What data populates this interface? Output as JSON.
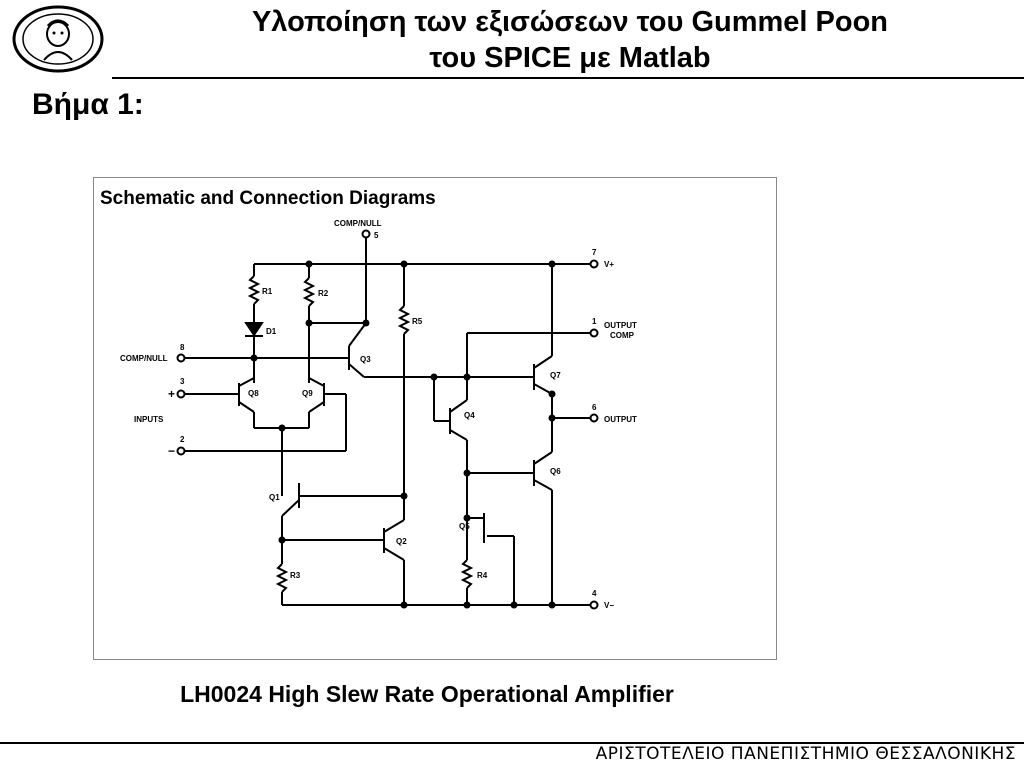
{
  "header": {
    "title_line1": "Υλοποίηση των εξισώσεων του Gummel Poon",
    "title_line2": "του SPICE με Matlab",
    "logo_icon": "university-seal-icon"
  },
  "step_label": "Βήμα 1:",
  "schematic": {
    "title": "Schematic and Connection Diagrams",
    "pins": {
      "comp_null_top": "COMP/NULL",
      "pin5": "5",
      "comp_null_left": "COMP/NULL",
      "pin8": "8",
      "pin3": "3",
      "plus": "+",
      "inputs": "INPUTS",
      "pin2": "2",
      "minus": "−",
      "pin7": "7",
      "vplus": "V+",
      "pin1": "1",
      "output_comp_1": "OUTPUT",
      "output_comp_2": "COMP",
      "pin6": "6",
      "output": "OUTPUT",
      "pin4": "4",
      "vminus": "V−"
    },
    "components": {
      "R1": "R1",
      "R2": "R2",
      "R3": "R3",
      "R4": "R4",
      "R5": "R5",
      "D1": "D1",
      "Q1": "Q1",
      "Q2": "Q2",
      "Q3": "Q3",
      "Q4": "Q4",
      "Q5": "Q5",
      "Q6": "Q6",
      "Q7": "Q7",
      "Q8": "Q8",
      "Q9": "Q9"
    }
  },
  "caption": "LH0024 High Slew Rate Operational Amplifier",
  "footer": "ΑΡΙΣΤΟΤΕΛΕΙΟ ΠΑΝΕΠΙΣΤΗΜΙΟ ΘΕΣΣΑΛΟΝΙΚΗΣ"
}
